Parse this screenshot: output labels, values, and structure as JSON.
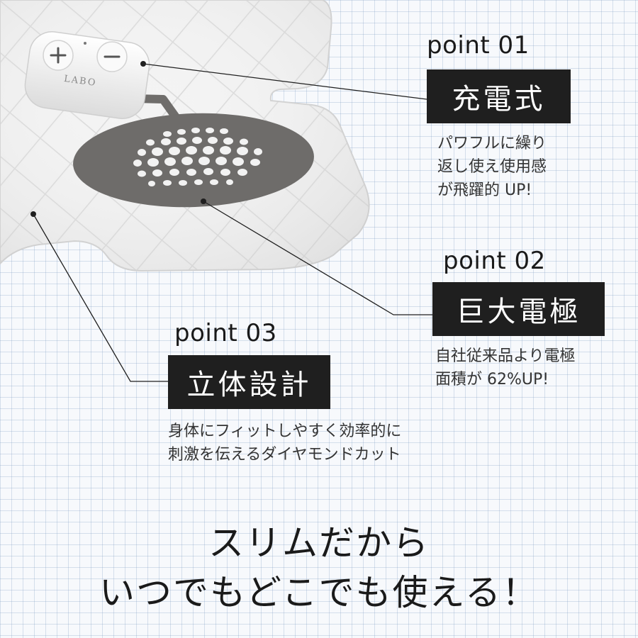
{
  "product": {
    "brand": "LABO"
  },
  "points": [
    {
      "title": "point 01",
      "label": "充電式",
      "desc": [
        "パワフルに繰り",
        "返し使え使用感",
        "が飛躍的 UP!"
      ]
    },
    {
      "title": "point 02",
      "label": "巨大電極",
      "desc": [
        "自社従来品より電極",
        "面積が 62%UP!"
      ]
    },
    {
      "title": "point 03",
      "label": "立体設計",
      "desc": [
        "身体にフィットしやすく効率的に",
        "刺激を伝えるダイヤモンドカット"
      ]
    }
  ],
  "catchcopy": {
    "line1": "スリムだから",
    "line2": "いつでもどこでも使える！"
  }
}
